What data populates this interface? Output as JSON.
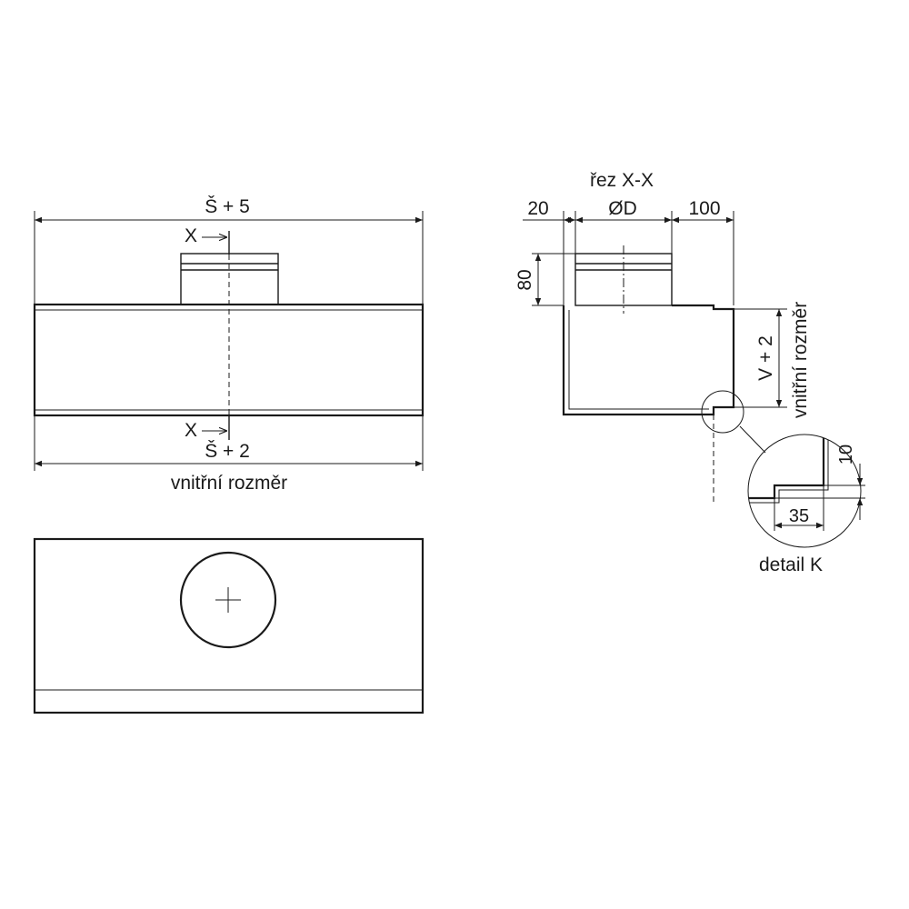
{
  "front_view": {
    "top_dimension": "Š + 5",
    "bottom_dimension": "Š + 2",
    "inner_size_note": "vnitřní rozměr",
    "section_mark_top": "X",
    "section_mark_bottom": "X"
  },
  "section_view": {
    "title": "řez X-X",
    "dim_left": "20",
    "dim_diameter": "ØD",
    "dim_right": "100",
    "dim_height": "80",
    "dim_vertical": "V + 2",
    "inner_size_note": "vnitřní rozměr"
  },
  "detail_view": {
    "title": "detail K",
    "dim_offset": "10",
    "dim_length": "35"
  },
  "colors": {
    "line": "#1a1a1a",
    "background": "#ffffff"
  }
}
